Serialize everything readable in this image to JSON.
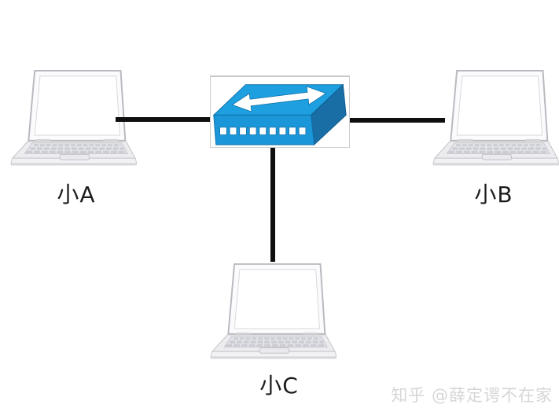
{
  "diagram": {
    "type": "network-topology",
    "nodes": [
      {
        "id": "pc-a",
        "kind": "laptop",
        "label": "小A"
      },
      {
        "id": "pc-b",
        "kind": "laptop",
        "label": "小B"
      },
      {
        "id": "pc-c",
        "kind": "laptop",
        "label": "小C"
      },
      {
        "id": "switch",
        "kind": "ethernet-switch",
        "icon": "switch-double-arrow-icon"
      }
    ],
    "edges": [
      {
        "from": "pc-a",
        "to": "switch"
      },
      {
        "from": "pc-b",
        "to": "switch"
      },
      {
        "from": "pc-c",
        "to": "switch"
      }
    ],
    "colors": {
      "cable": "#0f0f0f",
      "switch_top": "#1d9fe0",
      "switch_front": "#1b97d9",
      "switch_side": "#1a6ea6",
      "switch_edge": "#0d6fa8",
      "switch_ports": "#ffffff",
      "arrow": "#ffffff",
      "label_text": "#1c1c1c",
      "watermark_text": "#d6d6d6"
    }
  },
  "watermark": {
    "text": "知乎 @薛定谔不在家"
  }
}
